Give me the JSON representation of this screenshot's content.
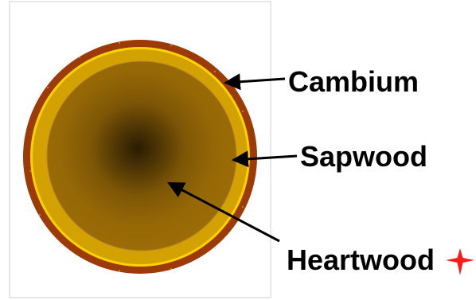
{
  "labels": {
    "cambium": "Cambium",
    "sapwood": "Sapwood",
    "heartwood": "Heartwood"
  },
  "colors": {
    "cambium": "#9c3a08",
    "sapwood": "#d4a200",
    "sapwood_edge": "#ffd200",
    "heartwood": "#9a6a06",
    "pith": "#2a1c02",
    "arrow": "#000000",
    "sparkle": "#ff1a1a",
    "frame": "#d9d9d9"
  },
  "icons": {
    "sparkle": "four-point-star-icon"
  }
}
